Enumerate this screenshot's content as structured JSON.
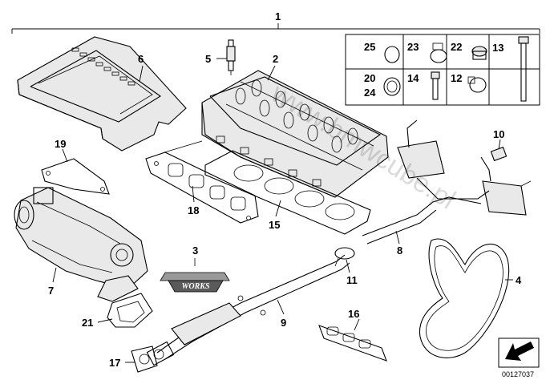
{
  "callouts": {
    "c1": "1",
    "c2": "2",
    "c3": "3",
    "c4": "4",
    "c5": "5",
    "c6": "6",
    "c7": "7",
    "c8": "8",
    "c9": "9",
    "c10": "10",
    "c11": "11",
    "c13": "13",
    "c14": "14",
    "c15": "15",
    "c16": "16",
    "c17": "17",
    "c18": "18",
    "c19": "19",
    "c21": "21"
  },
  "inset": {
    "r1": [
      "25",
      "23",
      "22"
    ],
    "r2a": [
      "20",
      "14",
      "12"
    ],
    "r2b": "24"
  },
  "badge": {
    "text": "WORKS"
  },
  "watermark": {
    "text": "www.bmwcube.pl"
  },
  "diagram_id": "00127037"
}
